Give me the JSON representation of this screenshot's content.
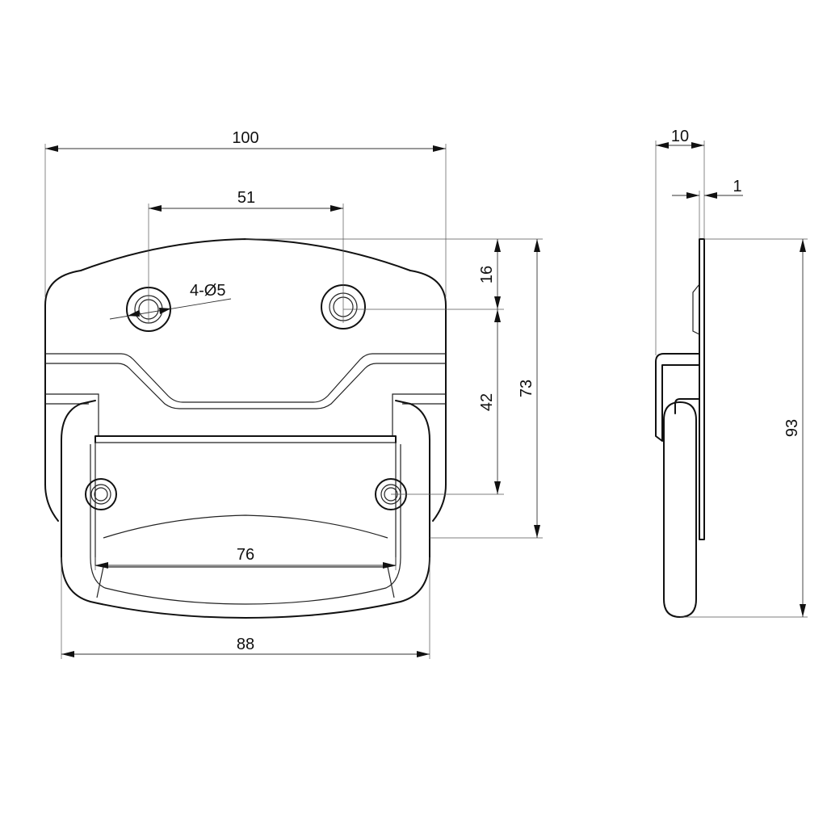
{
  "dimensions": {
    "overall_width": "100",
    "hole_spacing": "51",
    "hole_callout": "4-Ø5",
    "hole_offset_top": "16",
    "hole_rows_spacing": "42",
    "plate_height": "73",
    "handle_inner_width": "76",
    "handle_outer_width": "88",
    "side_depth": "10",
    "plate_thickness": "1",
    "total_height": "93"
  }
}
